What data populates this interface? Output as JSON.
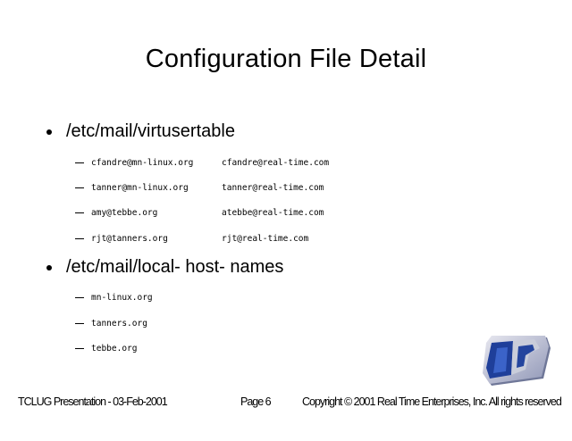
{
  "slide": {
    "title": "Configuration File Detail",
    "sections": [
      {
        "heading": "/etc/mail/virtusertable",
        "items": [
          {
            "from": "cfandre@mn-linux.org",
            "to": "cfandre@real-time.com"
          },
          {
            "from": "tanner@mn-linux.org",
            "to": "tanner@real-time.com"
          },
          {
            "from": "amy@tebbe.org",
            "to": "atebbe@real-time.com"
          },
          {
            "from": "rjt@tanners.org",
            "to": "rjt@real-time.com"
          }
        ]
      },
      {
        "heading": "/etc/mail/local- host- names",
        "items": [
          {
            "from": "mn-linux.org"
          },
          {
            "from": "tanners.org"
          },
          {
            "from": "tebbe.org"
          }
        ]
      }
    ],
    "footer": {
      "left": "TCLUG Presentation - 03-Feb-2001",
      "center": "Page 6",
      "right": "Copyright © 2001 Real Time Enterprises, Inc.  All rights reserved"
    },
    "logo_icon": "company-logo-icon"
  }
}
